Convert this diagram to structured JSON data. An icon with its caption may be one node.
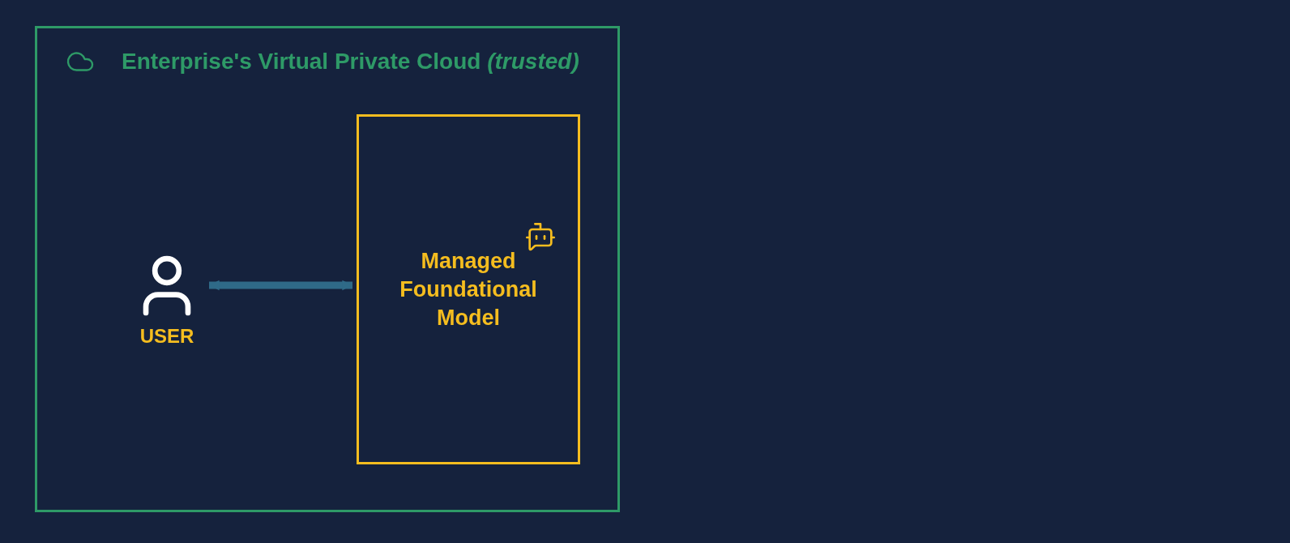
{
  "diagram": {
    "nodes": [
      {
        "text": [
          "Enterprise's Virtual Private Cloud *(trusted)*"
        ]
      },
      {
        "text": [
          "USER"
        ],
        "in": 0
      },
      {
        "text": [
          "Managed Foundational Model"
        ],
        "in": 0
      }
    ],
    "edges": [
      {
        "from": 1,
        "to": 2,
        "arrow": "both",
        "color": "#2f6a88"
      }
    ]
  }
}
